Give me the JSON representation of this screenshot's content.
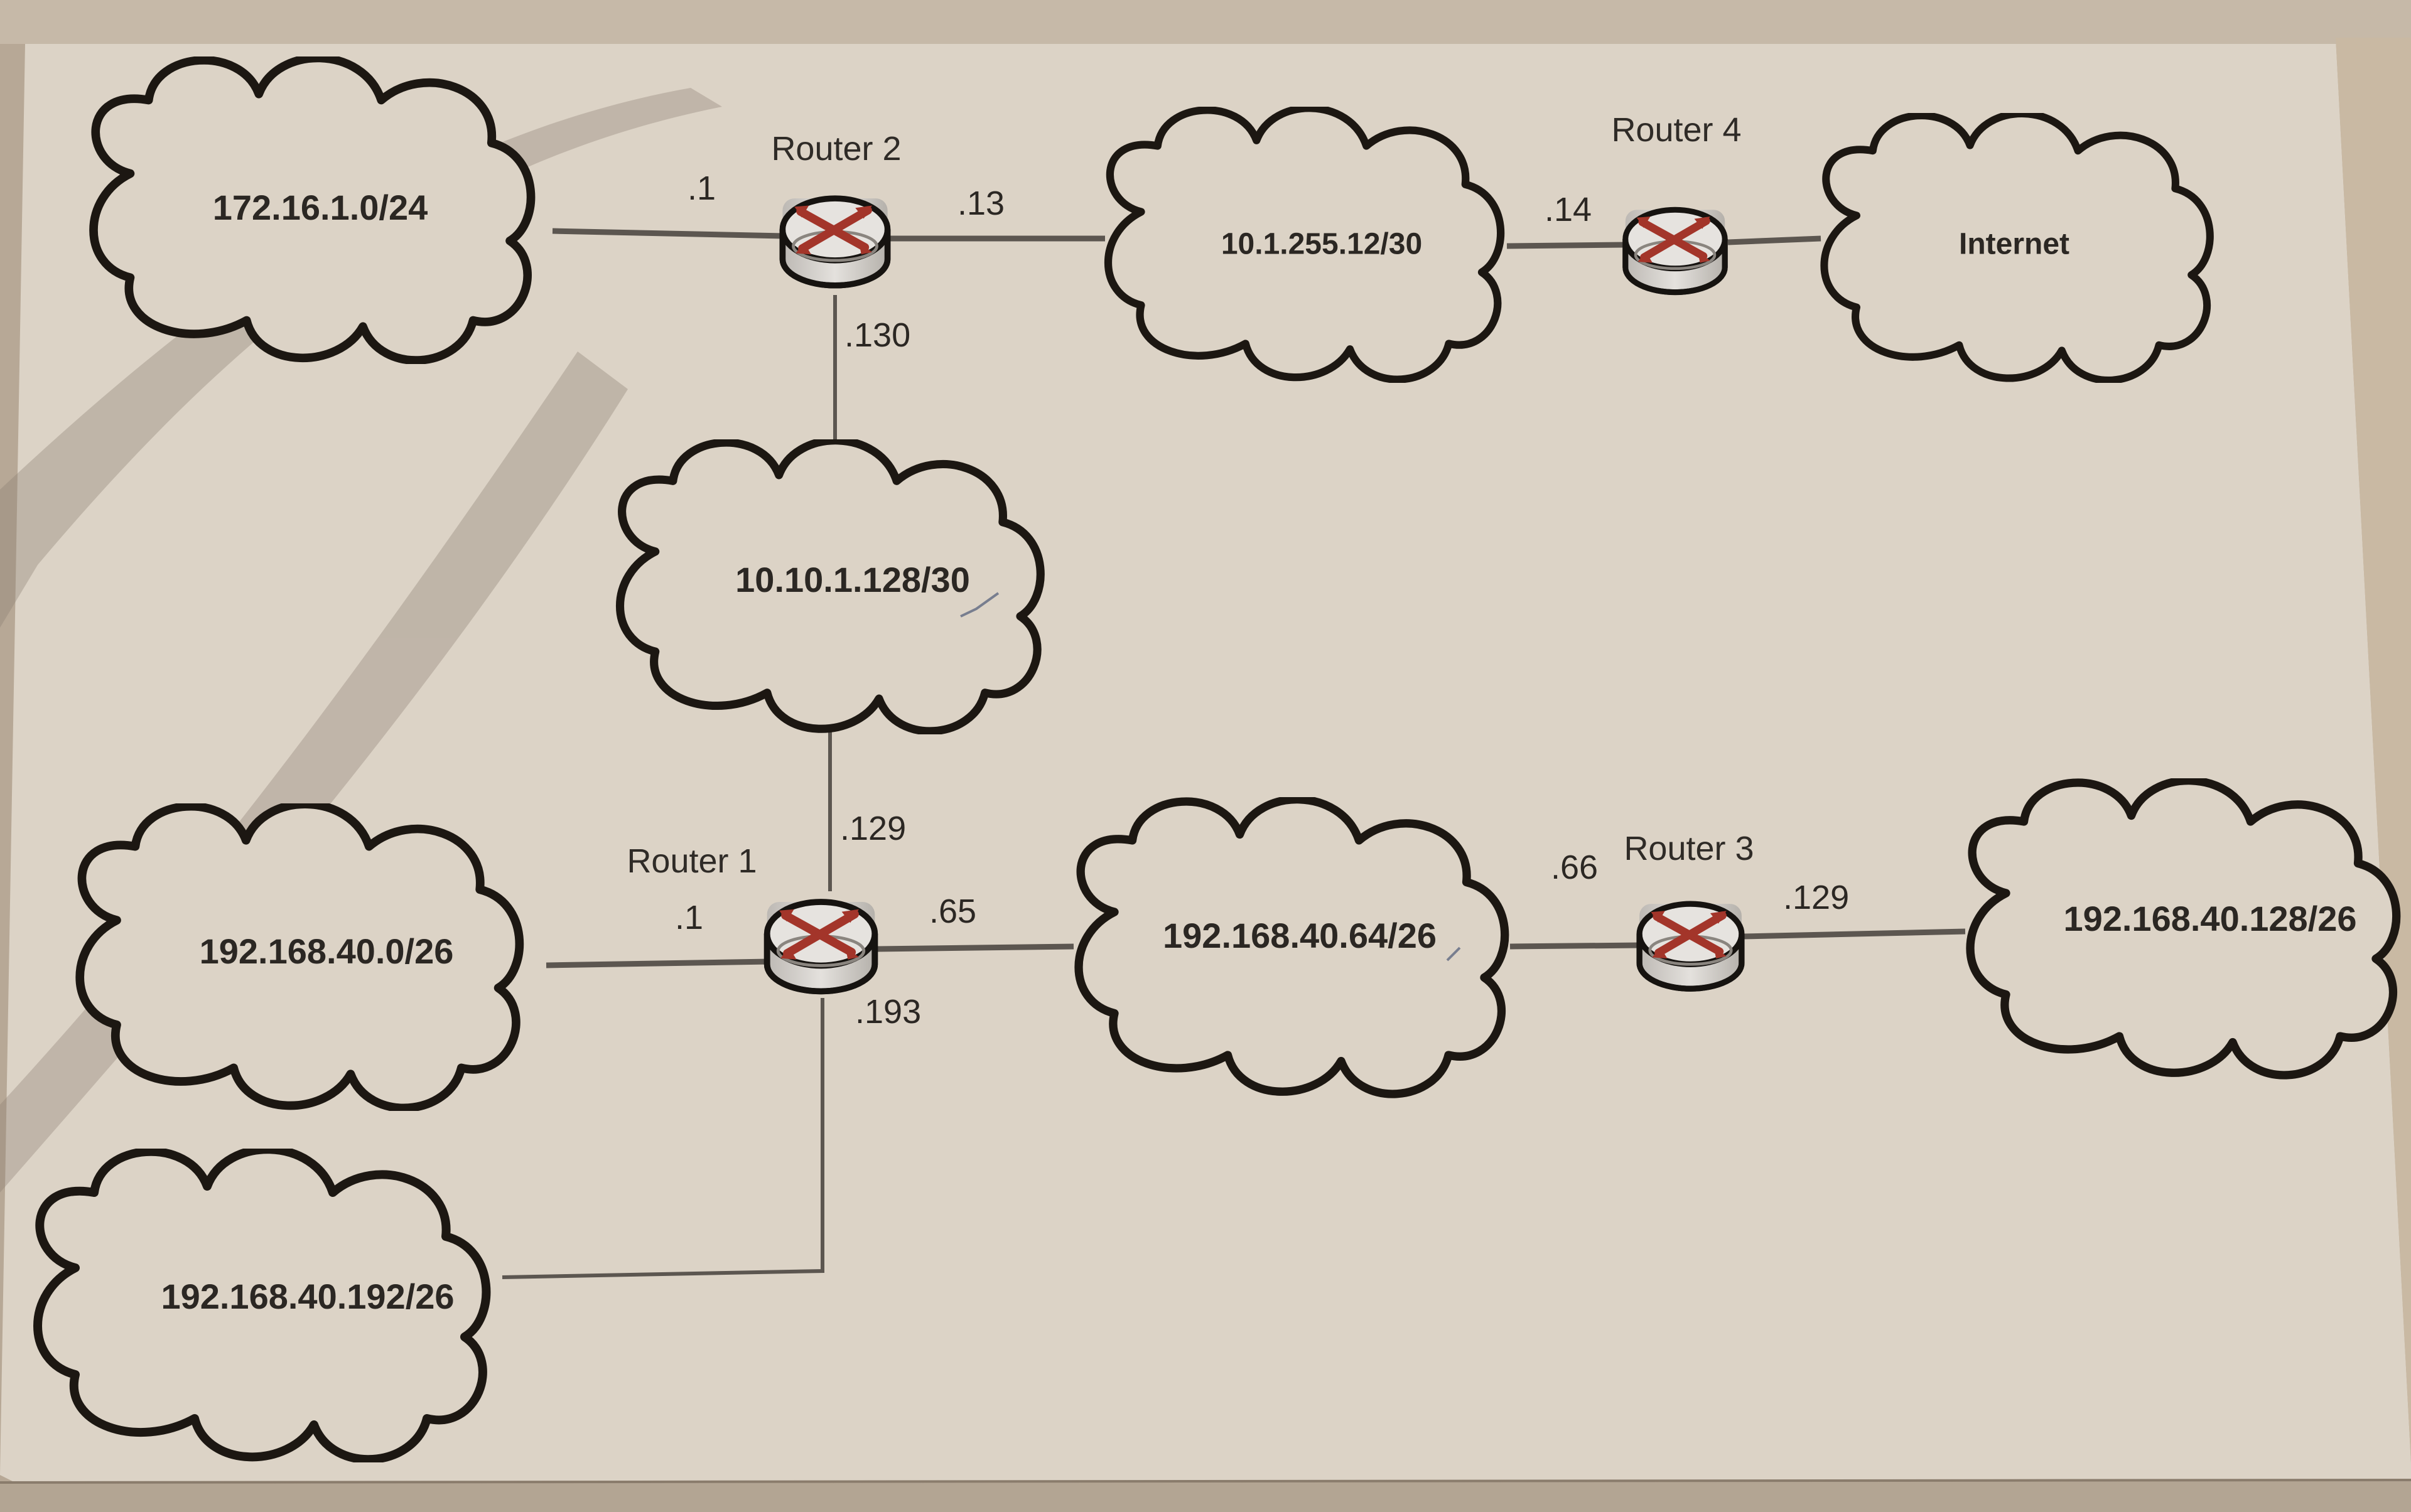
{
  "diagram": {
    "type": "network-topology",
    "medium": "photo of printed page",
    "colors": {
      "paper": "#dcd3c6",
      "background": "#b7a896",
      "cloud_outline": "#1c1712",
      "link": "#5c5650",
      "router_arrows": "#a3352a",
      "router_body": "#d9d6d2",
      "text": "#2b2723"
    },
    "routers": [
      {
        "id": "r1",
        "label": "Router 1"
      },
      {
        "id": "r2",
        "label": "Router 2"
      },
      {
        "id": "r3",
        "label": "Router 3"
      },
      {
        "id": "r4",
        "label": "Router 4"
      }
    ],
    "networks": [
      {
        "id": "n172",
        "label": "172.16.1.0/24"
      },
      {
        "id": "n10_1_255",
        "label": "10.1.255.12/30"
      },
      {
        "id": "internet",
        "label": "Internet"
      },
      {
        "id": "n10_10_1",
        "label": "10.10.1.128/30"
      },
      {
        "id": "n40_0",
        "label": "192.168.40.0/26"
      },
      {
        "id": "n40_64",
        "label": "192.168.40.64/26"
      },
      {
        "id": "n40_128",
        "label": "192.168.40.128/26"
      },
      {
        "id": "n40_192",
        "label": "192.168.40.192/26"
      }
    ],
    "interfaces": [
      {
        "router": "Router 2",
        "network": "172.16.1.0/24",
        "label": ".1"
      },
      {
        "router": "Router 2",
        "network": "10.1.255.12/30",
        "label": ".13"
      },
      {
        "router": "Router 2",
        "network": "10.10.1.128/30",
        "label": ".130"
      },
      {
        "router": "Router 4",
        "network": "10.1.255.12/30",
        "label": ".14"
      },
      {
        "router": "Router 4",
        "network": "Internet",
        "label": ""
      },
      {
        "router": "Router 1",
        "network": "10.10.1.128/30",
        "label": ".129"
      },
      {
        "router": "Router 1",
        "network": "192.168.40.0/26",
        "label": ".1"
      },
      {
        "router": "Router 1",
        "network": "192.168.40.64/26",
        "label": ".65"
      },
      {
        "router": "Router 1",
        "network": "192.168.40.192/26",
        "label": ".193"
      },
      {
        "router": "Router 3",
        "network": "192.168.40.64/26",
        "label": ".66"
      },
      {
        "router": "Router 3",
        "network": "192.168.40.128/26",
        "label": ".129"
      }
    ]
  }
}
